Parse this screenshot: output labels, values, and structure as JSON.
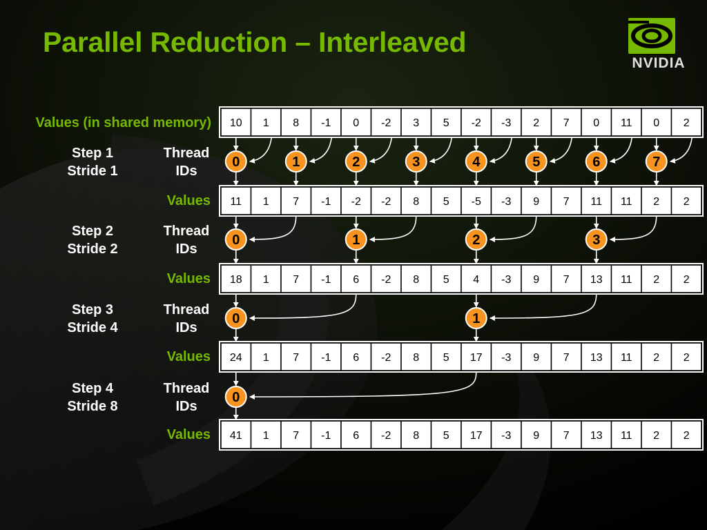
{
  "title": "Parallel Reduction – Interleaved",
  "logo_text": "NVIDIA",
  "icons": {
    "logo": "nvidia-eye-icon"
  },
  "colors": {
    "accent_green": "#76b900",
    "thread_orange": "#f7931e",
    "cell_white": "#ffffff",
    "label_white": "#ffffff"
  },
  "labels": {
    "values_shared": "Values (in shared memory)",
    "values": "Values",
    "thread_line1": "Thread",
    "thread_line2": "IDs"
  },
  "initial_values": [
    "10",
    "1",
    "8",
    "-1",
    "0",
    "-2",
    "3",
    "5",
    "-2",
    "-3",
    "2",
    "7",
    "0",
    "11",
    "0",
    "2"
  ],
  "steps": [
    {
      "step_label": "Step 1",
      "stride_label": "Stride 1",
      "thread_ids": [
        "0",
        "1",
        "2",
        "3",
        "4",
        "5",
        "6",
        "7"
      ],
      "values": [
        "11",
        "1",
        "7",
        "-1",
        "-2",
        "-2",
        "8",
        "5",
        "-5",
        "-3",
        "9",
        "7",
        "11",
        "11",
        "2",
        "2"
      ]
    },
    {
      "step_label": "Step 2",
      "stride_label": "Stride 2",
      "thread_ids": [
        "0",
        "1",
        "2",
        "3"
      ],
      "values": [
        "18",
        "1",
        "7",
        "-1",
        "6",
        "-2",
        "8",
        "5",
        "4",
        "-3",
        "9",
        "7",
        "13",
        "11",
        "2",
        "2"
      ]
    },
    {
      "step_label": "Step 3",
      "stride_label": "Stride 4",
      "thread_ids": [
        "0",
        "1"
      ],
      "values": [
        "24",
        "1",
        "7",
        "-1",
        "6",
        "-2",
        "8",
        "5",
        "17",
        "-3",
        "9",
        "7",
        "13",
        "11",
        "2",
        "2"
      ]
    },
    {
      "step_label": "Step 4",
      "stride_label": "Stride 8",
      "thread_ids": [
        "0"
      ],
      "values": [
        "41",
        "1",
        "7",
        "-1",
        "6",
        "-2",
        "8",
        "5",
        "17",
        "-3",
        "9",
        "7",
        "13",
        "11",
        "2",
        "2"
      ]
    }
  ]
}
